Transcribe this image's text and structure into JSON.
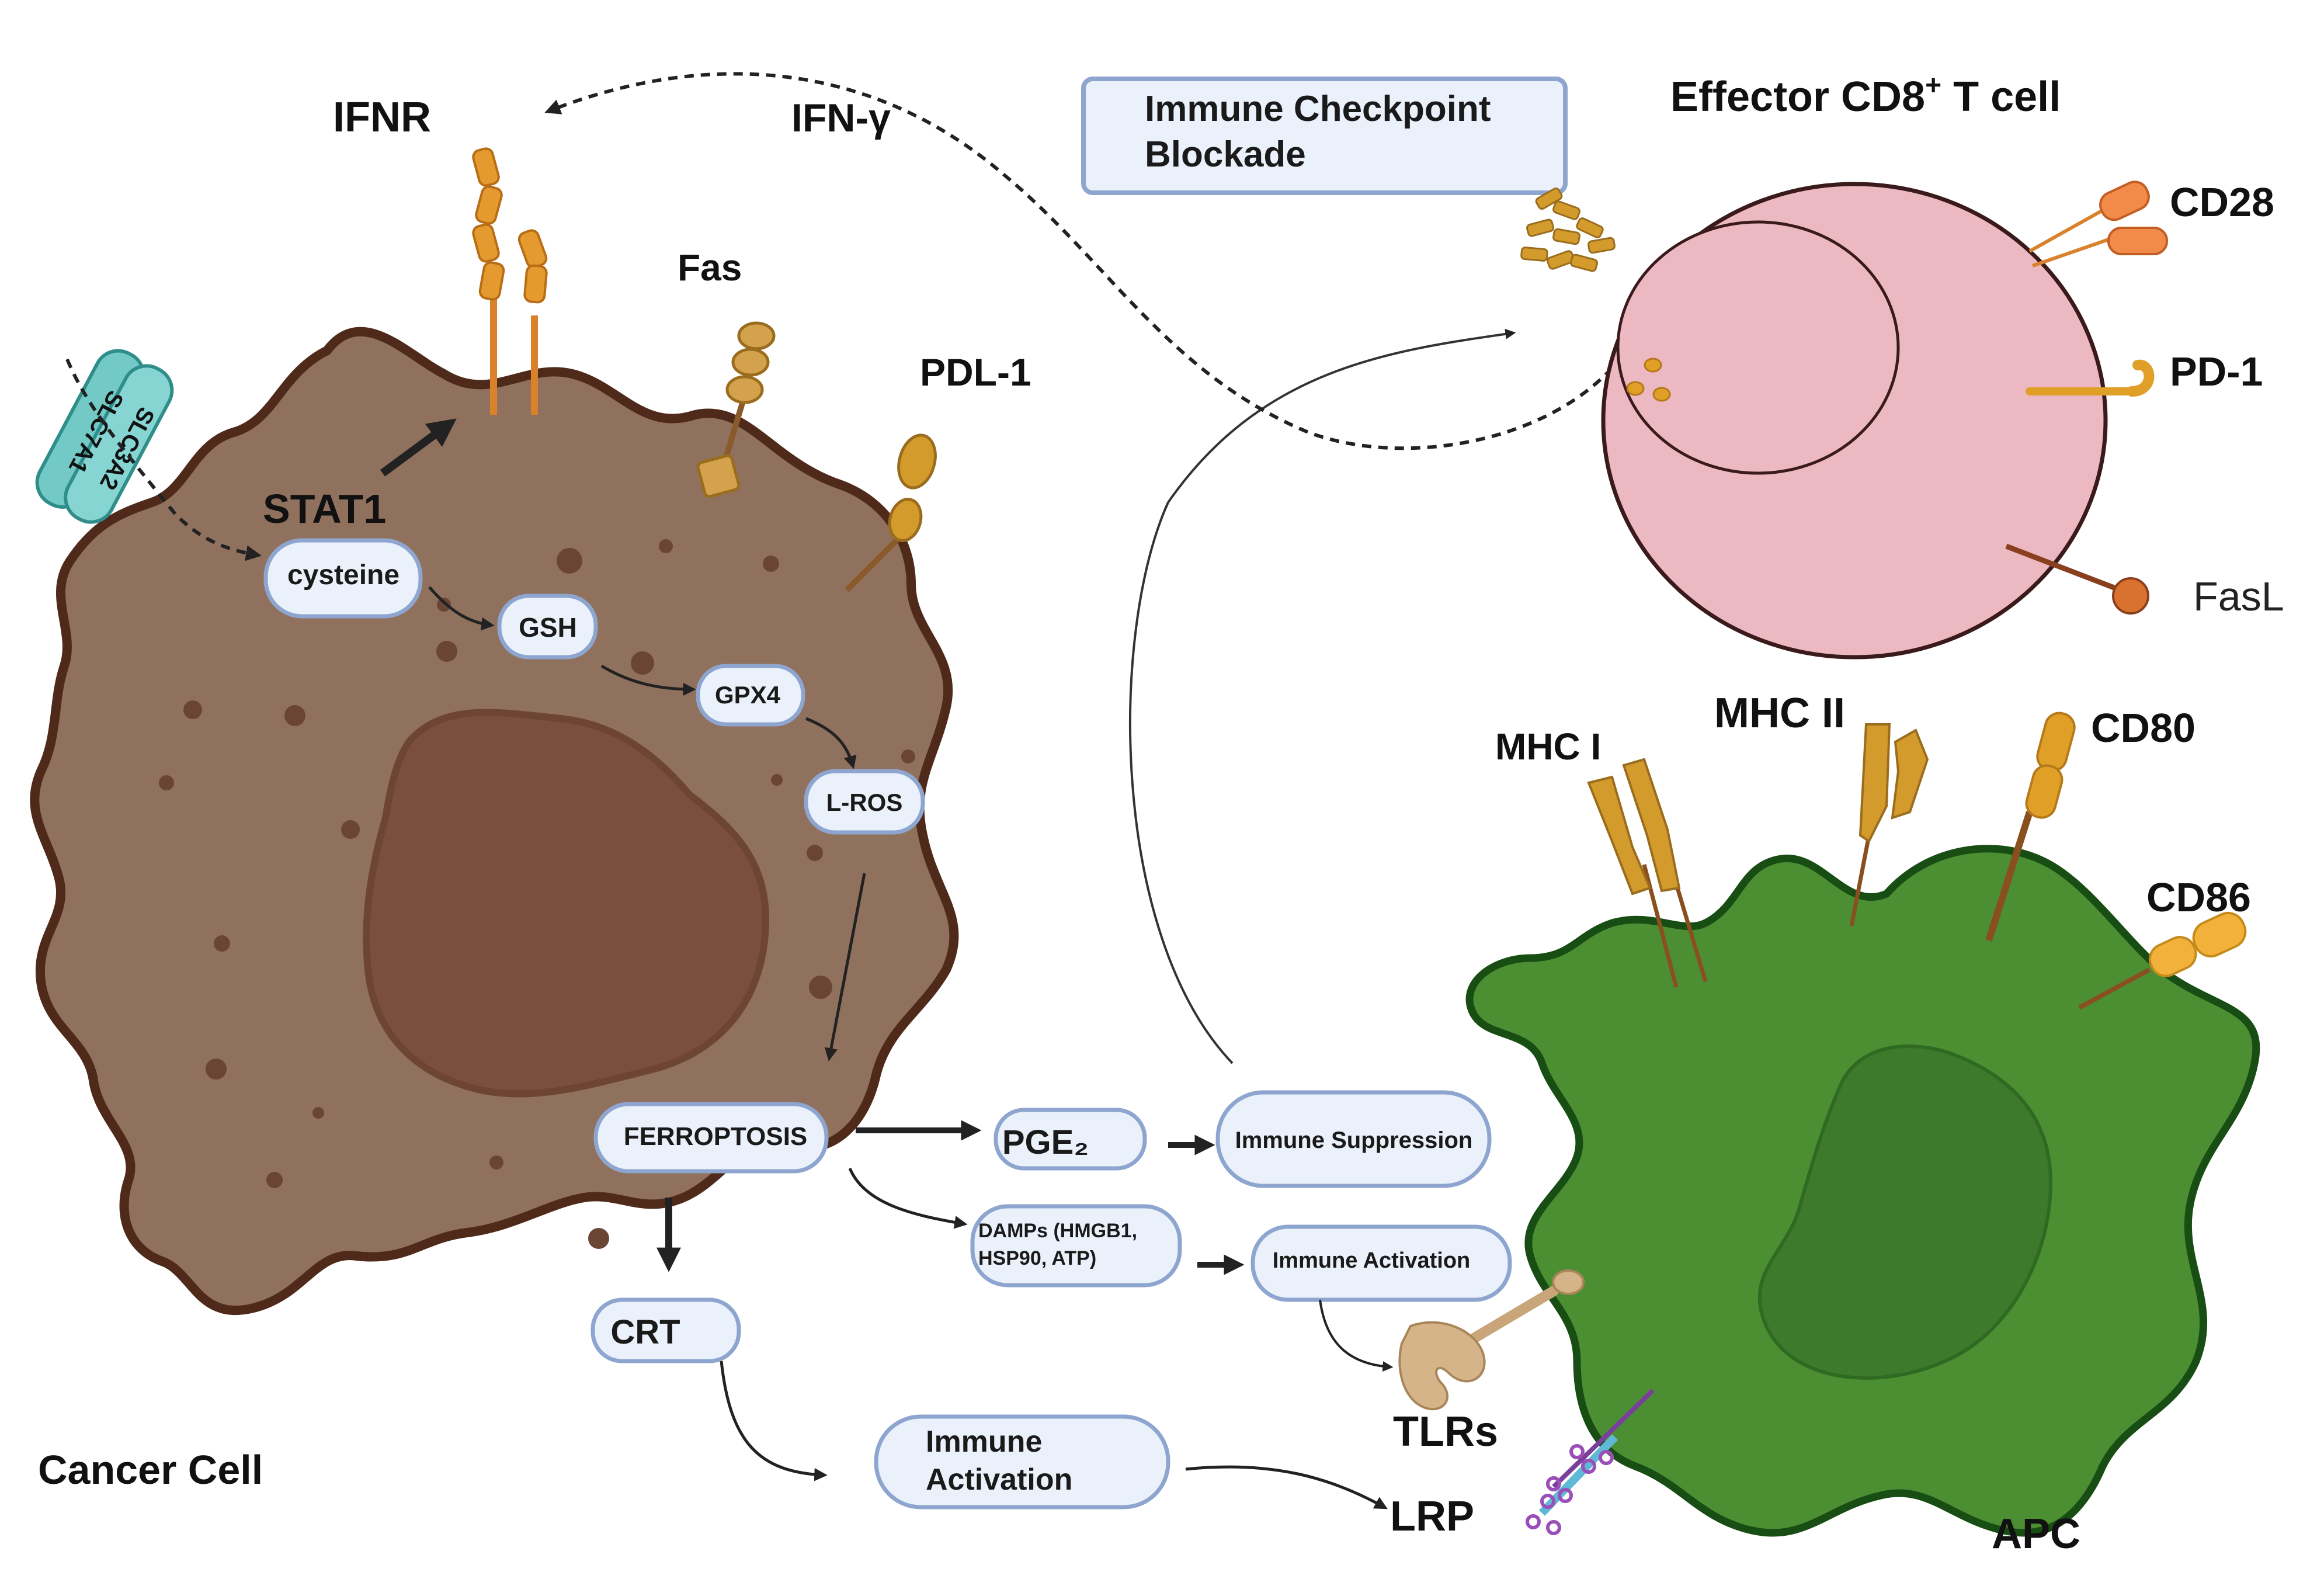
{
  "colors": {
    "cancer_cell": "#8f715e",
    "cancer_outline": "#4f2a1a",
    "cancer_nucleus": "#7a4f3d",
    "t_cell": "#ecb9c3",
    "apc": "#4c8f33",
    "apc_outline": "#184d14",
    "apc_nucleus": "#3d7a2b",
    "receptor_orange": "#e59a2f",
    "pill_fill": "#eaf1fb",
    "pill_stroke": "#8ea6cf",
    "transporter": "#72c9c6"
  },
  "labels": {
    "ifnr": "IFNR",
    "ifn_gamma": "IFN-γ",
    "fas": "Fas",
    "pdl1": "PDL-1",
    "stat1": "STAT1",
    "slc3a2": "SLC3A2",
    "slc7a1": "SLC7A1",
    "cancer_cell": "Cancer Cell",
    "t_cell_title": "Effector CD8",
    "t_cell_title_sup": "+",
    "t_cell_title_rest": " T cell",
    "cd28": "CD28",
    "pd1": "PD-1",
    "fasl": "FasL",
    "mhc1": "MHC I",
    "mhc2": "MHC II",
    "cd80": "CD80",
    "cd86": "CD86",
    "tlrs": "TLRs",
    "lrp": "LRP",
    "apc": "APC"
  },
  "boxes": {
    "checkpoint_line1": "Immune Checkpoint",
    "checkpoint_line2": "Blockade",
    "cysteine": "cysteine",
    "gsh": "GSH",
    "gpx4": "GPX4",
    "lros": "L-ROS",
    "ferroptosis": "FERROPTOSIS",
    "crt": "CRT",
    "pge2": "PGE₂",
    "immune_suppression": "Immune Suppression",
    "damps_line1": "DAMPs (HMGB1,",
    "damps_line2": "HSP90, ATP)",
    "immune_activation_small": "Immune Activation",
    "immune_activation_big_line1": "Immune",
    "immune_activation_big_line2": "Activation"
  }
}
